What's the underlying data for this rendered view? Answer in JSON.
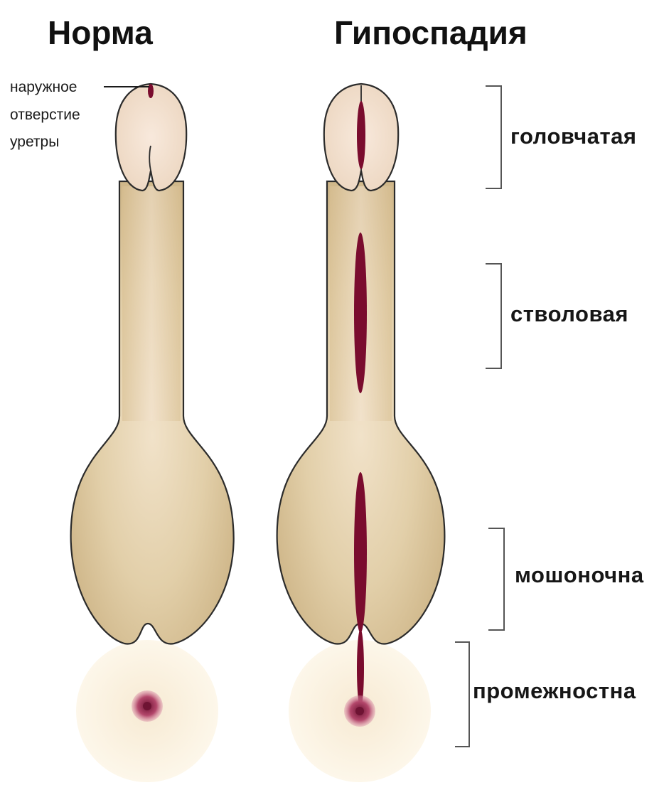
{
  "titles": {
    "normal": "Норма",
    "hypospadias": "Гипоспадия"
  },
  "annotation": {
    "line1": "наружное",
    "line2": "отверстие",
    "line3": "уретры"
  },
  "types": [
    {
      "key": "glanular",
      "label": "головчатая"
    },
    {
      "key": "penile",
      "label": "стволовая"
    },
    {
      "key": "scrotal",
      "label": "мошоночна"
    },
    {
      "key": "perineal",
      "label": "промежностна"
    }
  ],
  "colors": {
    "skin": "#ead9be",
    "skin_shadow": "#cdb486",
    "glans": "#f5e3d4",
    "meatus": "#7a0c2e",
    "anus": "#9b3a5a",
    "perineum": "#fbf3df"
  }
}
